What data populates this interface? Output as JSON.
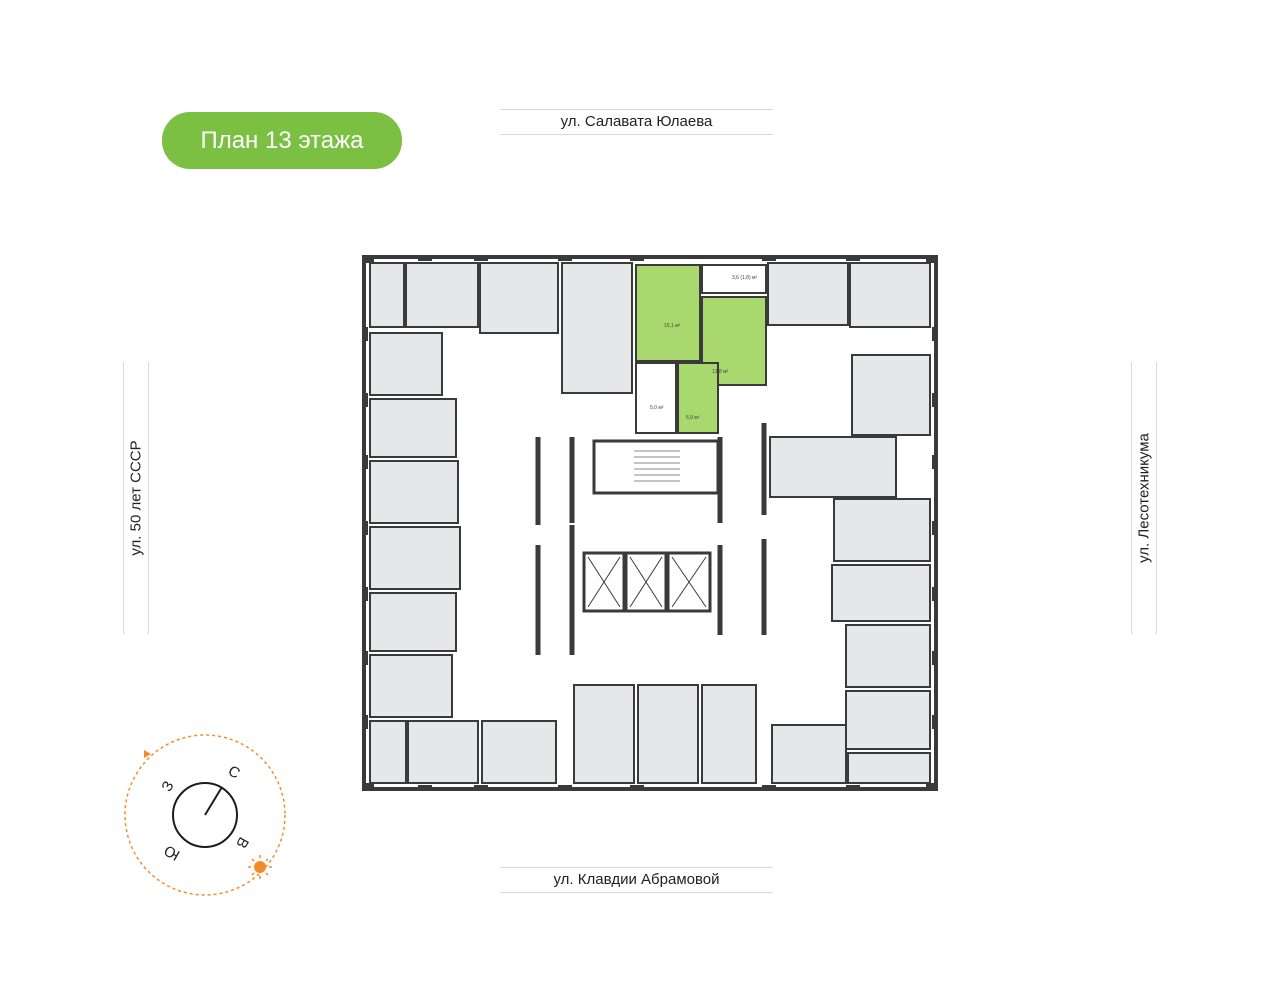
{
  "floor_plan": {
    "title": "План 13 этажа",
    "streets": {
      "north": "ул. Салавата Юлаева",
      "south": "ул. Клавдии Абрамовой",
      "west": "ул. 50 лет СССР",
      "east": "ул. Лесотехникума"
    },
    "highlighted_apartment": {
      "rooms": [
        {
          "label": "15,1 м²"
        },
        {
          "label": "3,6 (1,8) м²"
        },
        {
          "label": "13,8 м²"
        },
        {
          "label": "5,0 м²"
        },
        {
          "label": "6,9 м²"
        }
      ]
    }
  },
  "compass": {
    "north": "С",
    "east": "В",
    "south": "Ю",
    "west": "З",
    "sun_icon": "sun-icon"
  },
  "colors": {
    "accent": "#7bc043",
    "highlight_fill": "#a8d86e",
    "room_fill": "#e6e7e9",
    "wall": "#3a3a3a",
    "compass_orange": "#f28c28"
  }
}
